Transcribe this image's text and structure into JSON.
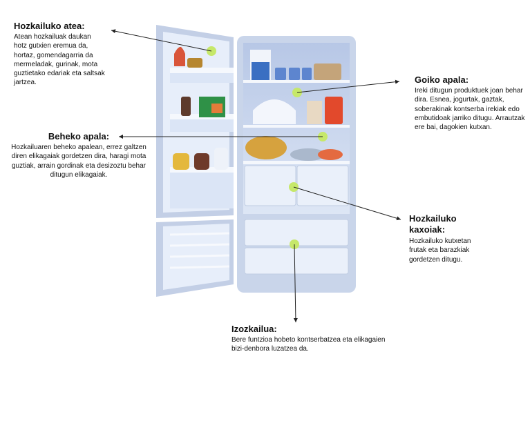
{
  "labels": {
    "door": {
      "title": "Hozkailuko atea:",
      "text": "Atean hozkailuak daukan hotz gutxien eremua da, hortaz, gomendagarria da mermeladak, gurinak, mota guztietako edariak eta saltsak jartzea."
    },
    "bottom_shelf": {
      "title": "Beheko apala:",
      "text": "Hozkailuaren beheko apalean, errez galtzen diren elikagaiak gordetzen dira, haragi mota guztiak, arrain gordinak eta desizoztu behar ditugun elikagaiak."
    },
    "top_shelf": {
      "title": "Goiko apala:",
      "text": "Ireki ditugun produktuek joan behar dira. Esnea, jogurtak, gaztak, soberakinak kontserba irekiak edo embutidoak jarriko ditugu. Arrautzak ere bai, dagokien kutxan."
    },
    "drawers": {
      "title": "Hozkailuko kaxoiak:",
      "text": "Hozkailuko kutxetan frutak eta barazkiak gordetzen ditugu."
    },
    "freezer": {
      "title": "Izozkailua:",
      "text": "Bere funtzioa hobeto kontserbatzea eta elikagaien bizi-denbora luzatzea da."
    }
  },
  "colors": {
    "fridge_body": "#c9d5ea",
    "interior": "#dfe7f5",
    "shelf": "#f4f7fc",
    "marker": "#c6e86a",
    "arrow": "#222222"
  }
}
